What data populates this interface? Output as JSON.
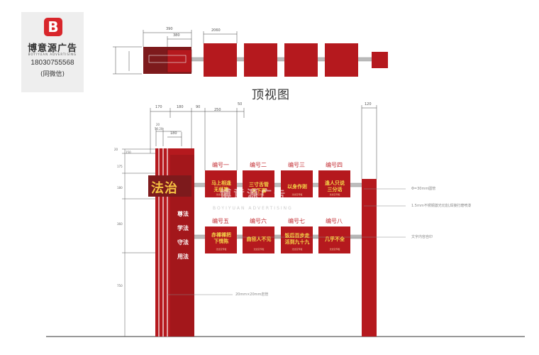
{
  "logo": {
    "mark": "B",
    "name": "博意源广告",
    "name_en": "BOYIYUAN ADVERTISING",
    "phone": "18030755568",
    "wechat": "(同微信)"
  },
  "top_view_title": "顶视图",
  "top_dims": [
    "390",
    "380",
    "2060"
  ],
  "front_dims": {
    "horizontal": [
      "170",
      "180",
      "90",
      "250",
      "50",
      "120",
      "20",
      "50.20",
      "180"
    ],
    "vertical": [
      "20",
      "150",
      "175",
      "180",
      "360",
      "750"
    ]
  },
  "sign_title": "法治",
  "vertical_words": [
    "尊法",
    "学法",
    "守法",
    "用法"
  ],
  "panels_row1": [
    {
      "num": "编号一",
      "main": "马上相逢\n无纸笔",
      "sub": "法治宣传板"
    },
    {
      "num": "编号二",
      "main": "三寸舌管\n天下事",
      "sub": "法治宣传板"
    },
    {
      "num": "编号三",
      "main": "以身作则",
      "sub": "法治宣传板"
    },
    {
      "num": "编号四",
      "main": "逢人只说\n三分话",
      "sub": "法治宣传板"
    }
  ],
  "panels_row2": [
    {
      "num": "编号五",
      "main": "赤裸裸把\n下情陈",
      "sub": "法治宣传板"
    },
    {
      "num": "编号六",
      "main": "曲径人不见",
      "sub": "法治宣传板"
    },
    {
      "num": "编号七",
      "main": "饭后百步走\n活到九十九",
      "sub": "法治宣传板"
    },
    {
      "num": "编号八",
      "main": "几乎不全",
      "sub": "法治宣传板"
    }
  ],
  "notes": {
    "pipe": "Φ=30mm圆管",
    "steel": "1.5mm不锈钢激光切割,焊接打磨喷漆",
    "content": "文字内容自印",
    "square_pipe": "20mm×20mm岩管"
  },
  "watermark": {
    "cn": "博意源广告",
    "en": "BOYIYUAN ADVERTISING"
  },
  "colors": {
    "red": "#b5191e",
    "dark_red": "#7d1a1c",
    "gold": "#f5c242",
    "gray": "#aaaaaa"
  }
}
